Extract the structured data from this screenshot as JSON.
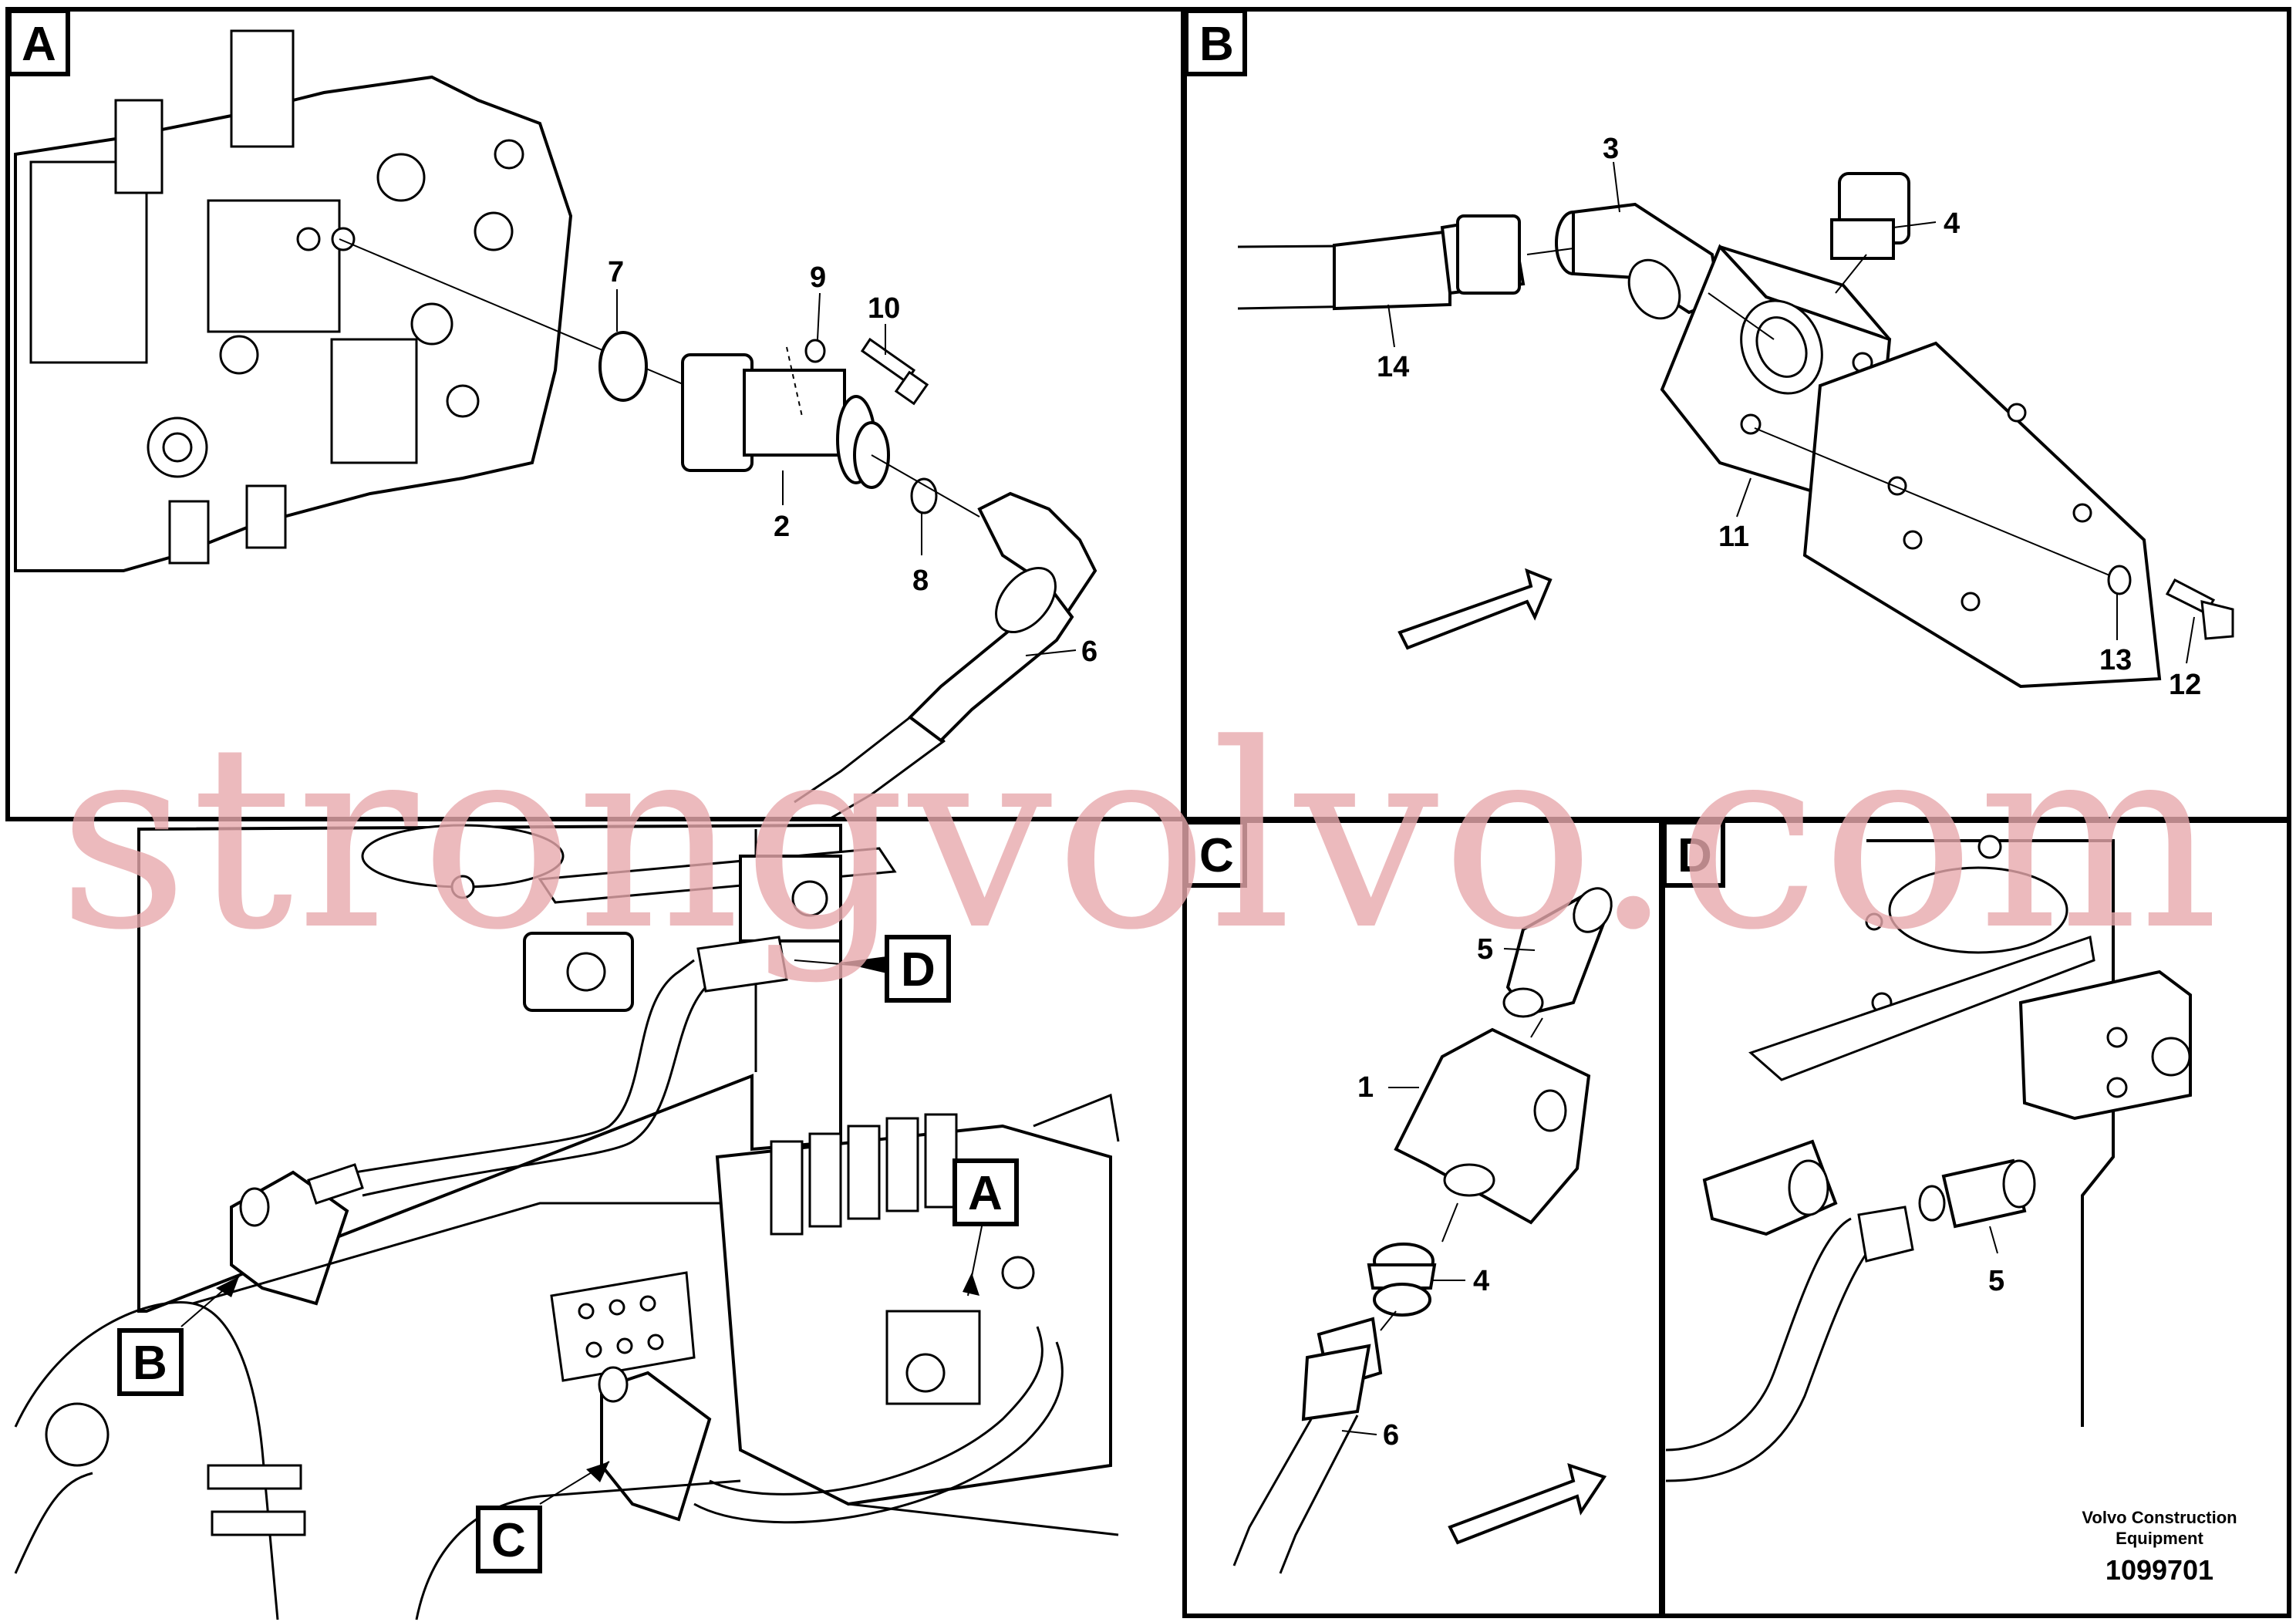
{
  "panels": {
    "a": {
      "letter": "A"
    },
    "b": {
      "letter": "B"
    },
    "c": {
      "letter": "C"
    },
    "d": {
      "letter": "D"
    }
  },
  "overview_callouts": {
    "a": "A",
    "b": "B",
    "c": "C",
    "d": "D"
  },
  "part_numbers": {
    "p1": "1",
    "p2": "2",
    "p3": "3",
    "p4a": "4",
    "p4b": "4",
    "p5a": "5",
    "p5b": "5",
    "p6a": "6",
    "p6b": "6",
    "p7": "7",
    "p8": "8",
    "p9": "9",
    "p10": "10",
    "p11": "11",
    "p12": "12",
    "p13": "13",
    "p14": "14"
  },
  "watermark": "strongvolvo.com",
  "footer": {
    "company_line1": "Volvo Construction",
    "company_line2": "Equipment",
    "drawing_number": "1099701"
  }
}
